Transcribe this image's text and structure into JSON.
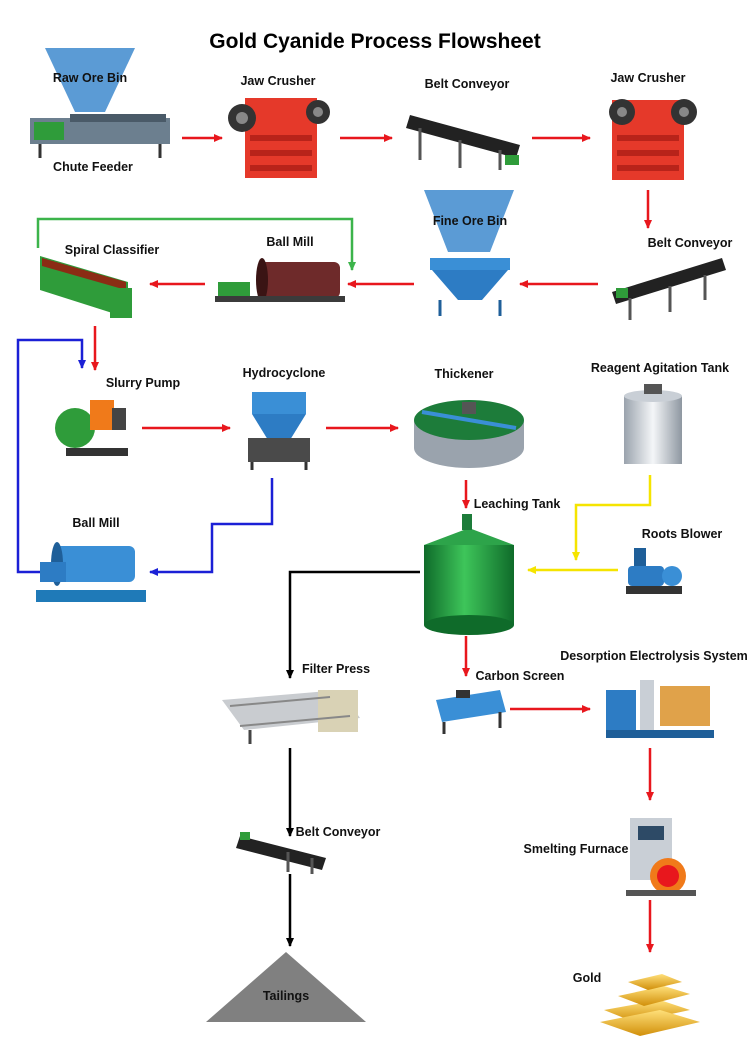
{
  "title": "Gold Cyanide Process Flowsheet",
  "nodes": {
    "raw_ore_bin": "Raw Ore Bin",
    "chute_feeder": "Chute Feeder",
    "jaw_crusher_1": "Jaw Crusher",
    "belt_conveyor_1": "Belt Conveyor",
    "jaw_crusher_2": "Jaw Crusher",
    "belt_conveyor_2": "Belt Conveyor",
    "fine_ore_bin": "Fine Ore Bin",
    "ball_mill_1": "Ball Mill",
    "spiral_classifier": "Spiral Classifier",
    "slurry_pump": "Slurry Pump",
    "hydrocyclone": "Hydrocyclone",
    "thickener": "Thickener",
    "reagent_agitation_tank": "Reagent Agitation Tank",
    "ball_mill_2": "Ball Mill",
    "leaching_tank": "Leaching Tank",
    "roots_blower": "Roots Blower",
    "filter_press": "Filter Press",
    "carbon_screen": "Carbon Screen",
    "desorption_system": "Desorption Electrolysis System",
    "belt_conveyor_3": "Belt Conveyor",
    "smelting_furnace": "Smelting Furnace",
    "tailings": "Tailings",
    "gold": "Gold"
  },
  "colors": {
    "main_flow": "#e8171d",
    "regrind_flow": "#1b20d6",
    "classifier_return": "#3cb44b",
    "reagent_flow": "#f5e400",
    "tailings_flow": "#000000",
    "bin": "#5b9bd5",
    "tailings_pile": "#808080",
    "gold": "#f2b619"
  }
}
